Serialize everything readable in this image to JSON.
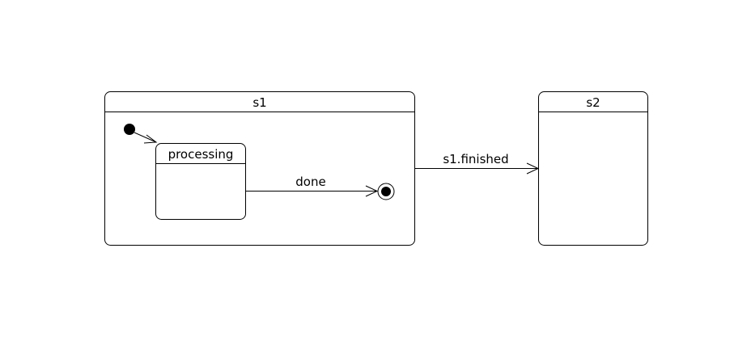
{
  "diagram": {
    "states": {
      "s1": {
        "name": "s1"
      },
      "processing": {
        "name": "processing"
      },
      "s2": {
        "name": "s2"
      }
    },
    "transitions": {
      "done": {
        "label": "done"
      },
      "s1_finished": {
        "label": "s1.finished"
      }
    }
  },
  "colors": {
    "stroke": "#000000",
    "background": "#ffffff"
  }
}
